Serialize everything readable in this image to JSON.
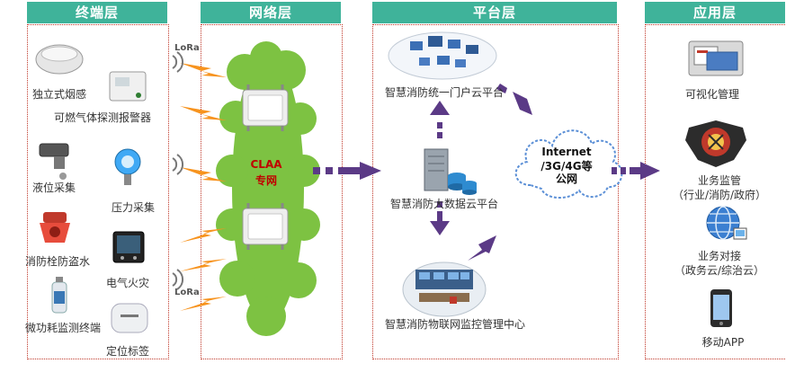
{
  "headers": {
    "terminal": "终端层",
    "network": "网络层",
    "platform": "平台层",
    "application": "应用层"
  },
  "terminal": {
    "smoke": "独立式烟感",
    "gas": "可燃气体探测报警器",
    "level": "液位采集",
    "pressure": "压力采集",
    "hydrant": "消防栓防盗水",
    "electric": "电气火灾",
    "micro": "微功耗监测终端",
    "tag": "定位标签"
  },
  "network": {
    "lora_top": "LoRa",
    "lora_bottom": "LoRa",
    "claa_line1": "CLAA",
    "claa_line2": "专网"
  },
  "platform": {
    "portal": "智慧消防统一门户云平台",
    "bigdata": "智慧消防大数据云平台",
    "monitor": "智慧消防物联网监控管理中心",
    "internet_line1": "Internet",
    "internet_line2": "/3G/4G等",
    "internet_line3": "公网"
  },
  "application": {
    "visual": "可视化管理",
    "supervision": "业务监管",
    "supervision_sub": "（行业/消防/政府）",
    "docking": "业务对接",
    "docking_sub": "（政务云/综治云）",
    "app": "移动APP"
  },
  "colors": {
    "header": "#3fb39a",
    "border": "#c0392b",
    "arrow": "#5b3a86",
    "cloud": "#7dc242",
    "lightning": "#f7931e",
    "claa_text": "#c00000"
  }
}
